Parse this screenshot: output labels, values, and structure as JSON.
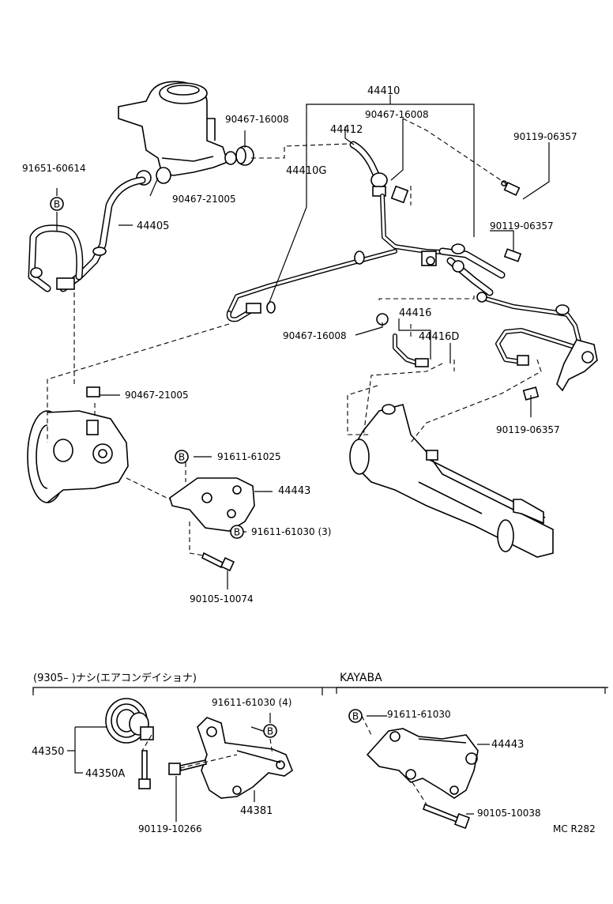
{
  "labels": {
    "p44410": "44410",
    "p90467_16008_a": "90467-16008",
    "p90467_16008_b": "90467-16008",
    "p44412": "44412",
    "p90119_06357_a": "90119-06357",
    "p91651_60614": "91651-60614",
    "p44410G": "44410G",
    "p90467_21005_a": "90467-21005",
    "p44405": "44405",
    "p90119_06357_b": "90119-06357",
    "p90467_16008_c": "90467-16008",
    "p44416": "44416",
    "p44416D": "44416D",
    "p90467_21005_b": "90467-21005",
    "p90119_06357_c": "90119-06357",
    "p91611_61025": "91611-61025",
    "p44443_a": "44443",
    "p91611_61030_3": "91611-61030 (3)",
    "p90105_10074": "90105-10074",
    "p91611_61030_4": "91611-61030 (4)",
    "p44350": "44350",
    "p44350A": "44350A",
    "p44381": "44381",
    "p90119_10266": "90119-10266",
    "p91611_61030": "91611-61030",
    "p44443_b": "44443",
    "p90105_10038": "90105-10038"
  },
  "section_left_header": "(9305–         )ナシ(エアコンデイショナ)",
  "section_right_header": "KAYABA",
  "bolt_marker": "B",
  "diagram_code": "MC R282"
}
